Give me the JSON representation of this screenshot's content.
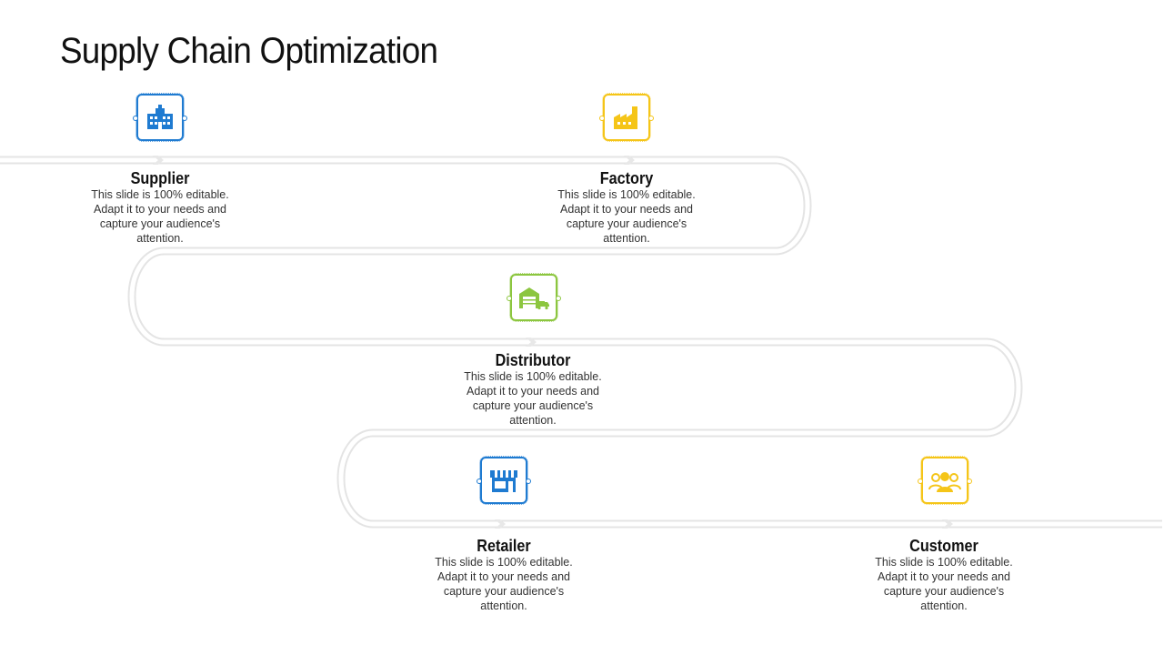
{
  "title": "Supply Chain Optimization",
  "colors": {
    "blue": "#1f7bd1",
    "yellow": "#f5c518",
    "green": "#8cc63f",
    "path": "#e2e2e2"
  },
  "stages": [
    {
      "name": "Supplier",
      "description": "This slide is 100% editable. Adapt it to your needs and capture your audience's attention.",
      "icon": "supplier-building-icon",
      "color": "#1f7bd1"
    },
    {
      "name": "Factory",
      "description": "This slide is 100% editable. Adapt it to your needs and capture your audience's attention.",
      "icon": "factory-icon",
      "color": "#f5c518"
    },
    {
      "name": "Distributor",
      "description": "This slide is 100% editable. Adapt it to your needs and capture your audience's attention.",
      "icon": "warehouse-truck-icon",
      "color": "#8cc63f"
    },
    {
      "name": "Retailer",
      "description": "This slide is 100% editable. Adapt it to your needs and capture your audience's attention.",
      "icon": "store-icon",
      "color": "#1f7bd1"
    },
    {
      "name": "Customer",
      "description": "This slide is 100% editable. Adapt it to your needs and capture your audience's attention.",
      "icon": "customers-group-icon",
      "color": "#f5c518"
    }
  ]
}
